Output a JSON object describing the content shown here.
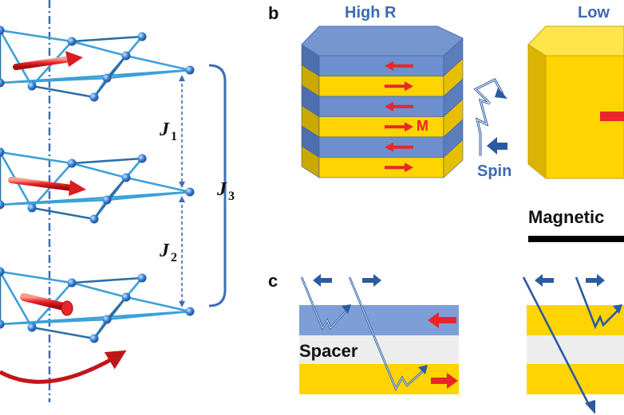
{
  "panel_b": {
    "label": "b",
    "high_r_title": "High R",
    "low_r_title": "Low",
    "m_label": "M",
    "spin_label": "Spin",
    "magnetic_label": "Magnetic"
  },
  "panel_c": {
    "label": "c",
    "spacer_label": "Spacer"
  },
  "panel_a": {
    "j1_symbol": "J",
    "j1_subscript": "1",
    "j2_symbol": "J",
    "j2_subscript": "2",
    "j3_symbol": "J",
    "j3_subscript": "3"
  },
  "colors": {
    "lattice": "#3da0d8",
    "lattice_dark": "#2b6ea7",
    "node": "#3b86d8",
    "arrow_red": "#e8262a",
    "layer_blue": "#6d8fcf",
    "layer_yellow": "#ffd400",
    "spacer_gray": "#ededed",
    "text_blue": "#3d6bb3"
  }
}
